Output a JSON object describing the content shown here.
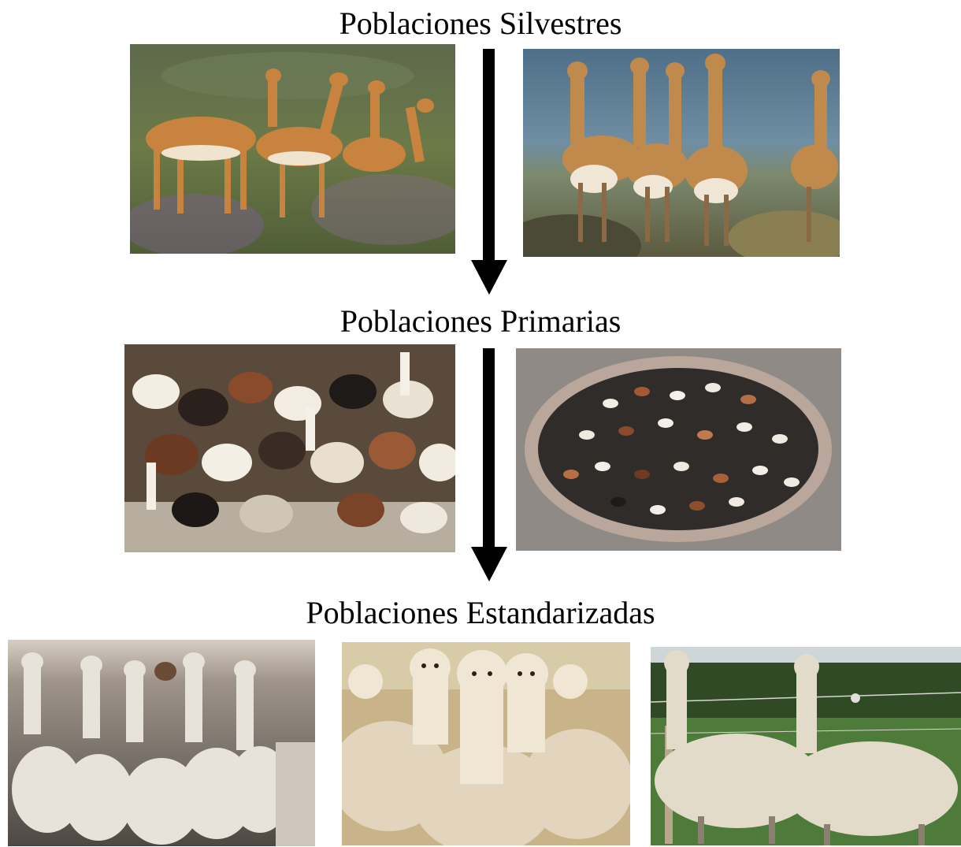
{
  "headings": {
    "wild": "Poblaciones Silvestres",
    "primary": "Poblaciones Primarias",
    "standardized": "Poblaciones Estandarizadas"
  },
  "photos": {
    "wild": [
      "guanaco herd in scrubland",
      "vicuña herd on highland"
    ],
    "primary": [
      "mixed-color llama herd",
      "llamas in stone corral"
    ],
    "standardized": [
      "white alpacas in pen",
      "huacaya alpacas close-up",
      "suri alpacas on grass"
    ]
  },
  "colors": {
    "arrow": "#000000",
    "text": "#000000"
  }
}
